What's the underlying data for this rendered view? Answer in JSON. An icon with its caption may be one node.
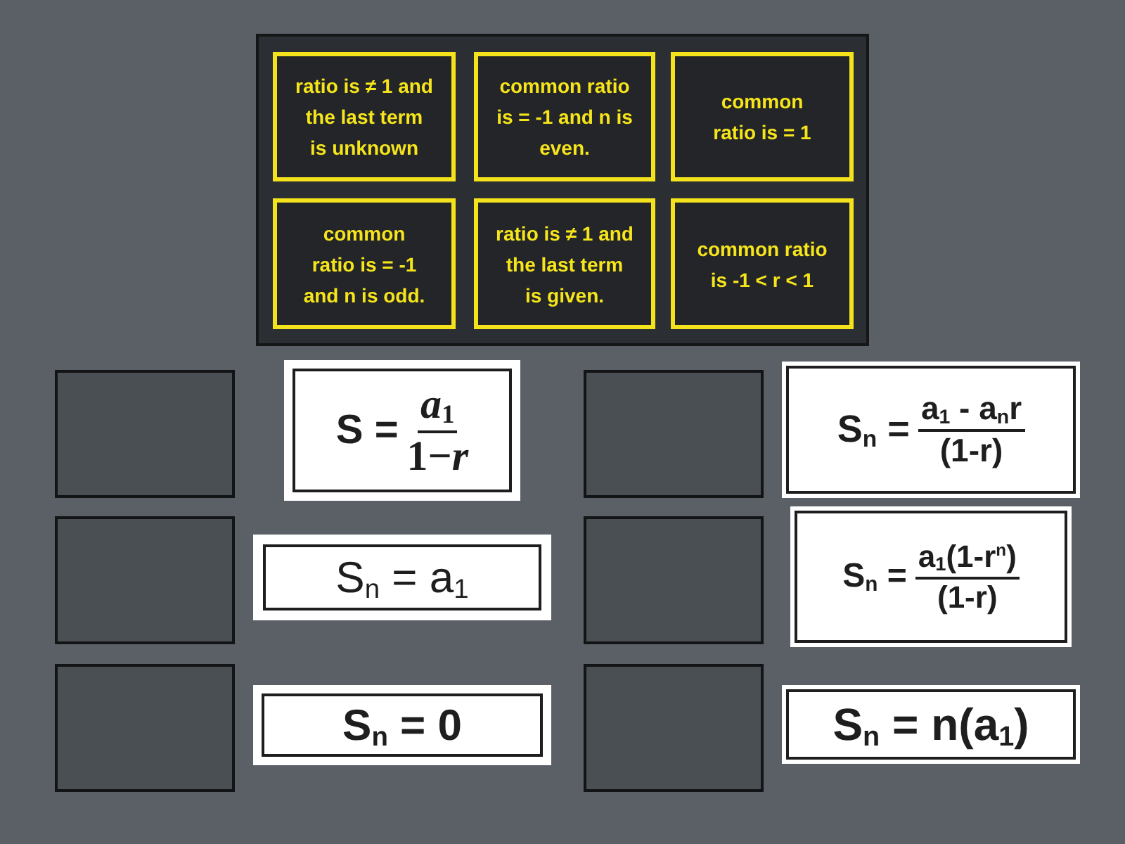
{
  "diagram": {
    "nodes": [
      {
        "text": [],
        "shape": "box"
      },
      {
        "text": [
          "ratio is ≠ 1 and the last term is unknown"
        ],
        "in": 0
      },
      {
        "text": [
          "common ratio is = -1 and n is even."
        ],
        "in": 0
      },
      {
        "text": [
          "common ratio is = 1"
        ],
        "in": 0
      },
      {
        "text": [
          "common ratio is = -1 and n is odd."
        ],
        "in": 0
      },
      {
        "text": [
          "ratio is ≠ 1 and the last term is given."
        ],
        "in": 0
      },
      {
        "text": [
          "common ratio is -1 < r < 1"
        ],
        "in": 0
      },
      {
        "text": [],
        "shape": "box"
      },
      {
        "text": [
          "S =",
          "*a*$_{1}$",
          "1−*r*"
        ]
      },
      {
        "text": [],
        "shape": "box"
      },
      {
        "text": [
          "S$_{n}$ =",
          "a$_{1}$ - a$_{n}$r",
          "(1-r)"
        ]
      },
      {
        "text": [],
        "shape": "box"
      },
      {
        "text": [
          "S$_{n}$ = a$_{1}$"
        ]
      },
      {
        "text": [],
        "shape": "box"
      },
      {
        "text": [
          "S$_{n}$ =",
          "a$_{1}$(1-r$^{n}$)",
          "(1-r)"
        ]
      },
      {
        "text": [],
        "shape": "box"
      },
      {
        "text": [
          "S$_{n}$ = 0"
        ]
      },
      {
        "text": [],
        "shape": "box"
      },
      {
        "text": [
          "S$_{n}$ = n(a$_{1}$)"
        ]
      }
    ]
  }
}
